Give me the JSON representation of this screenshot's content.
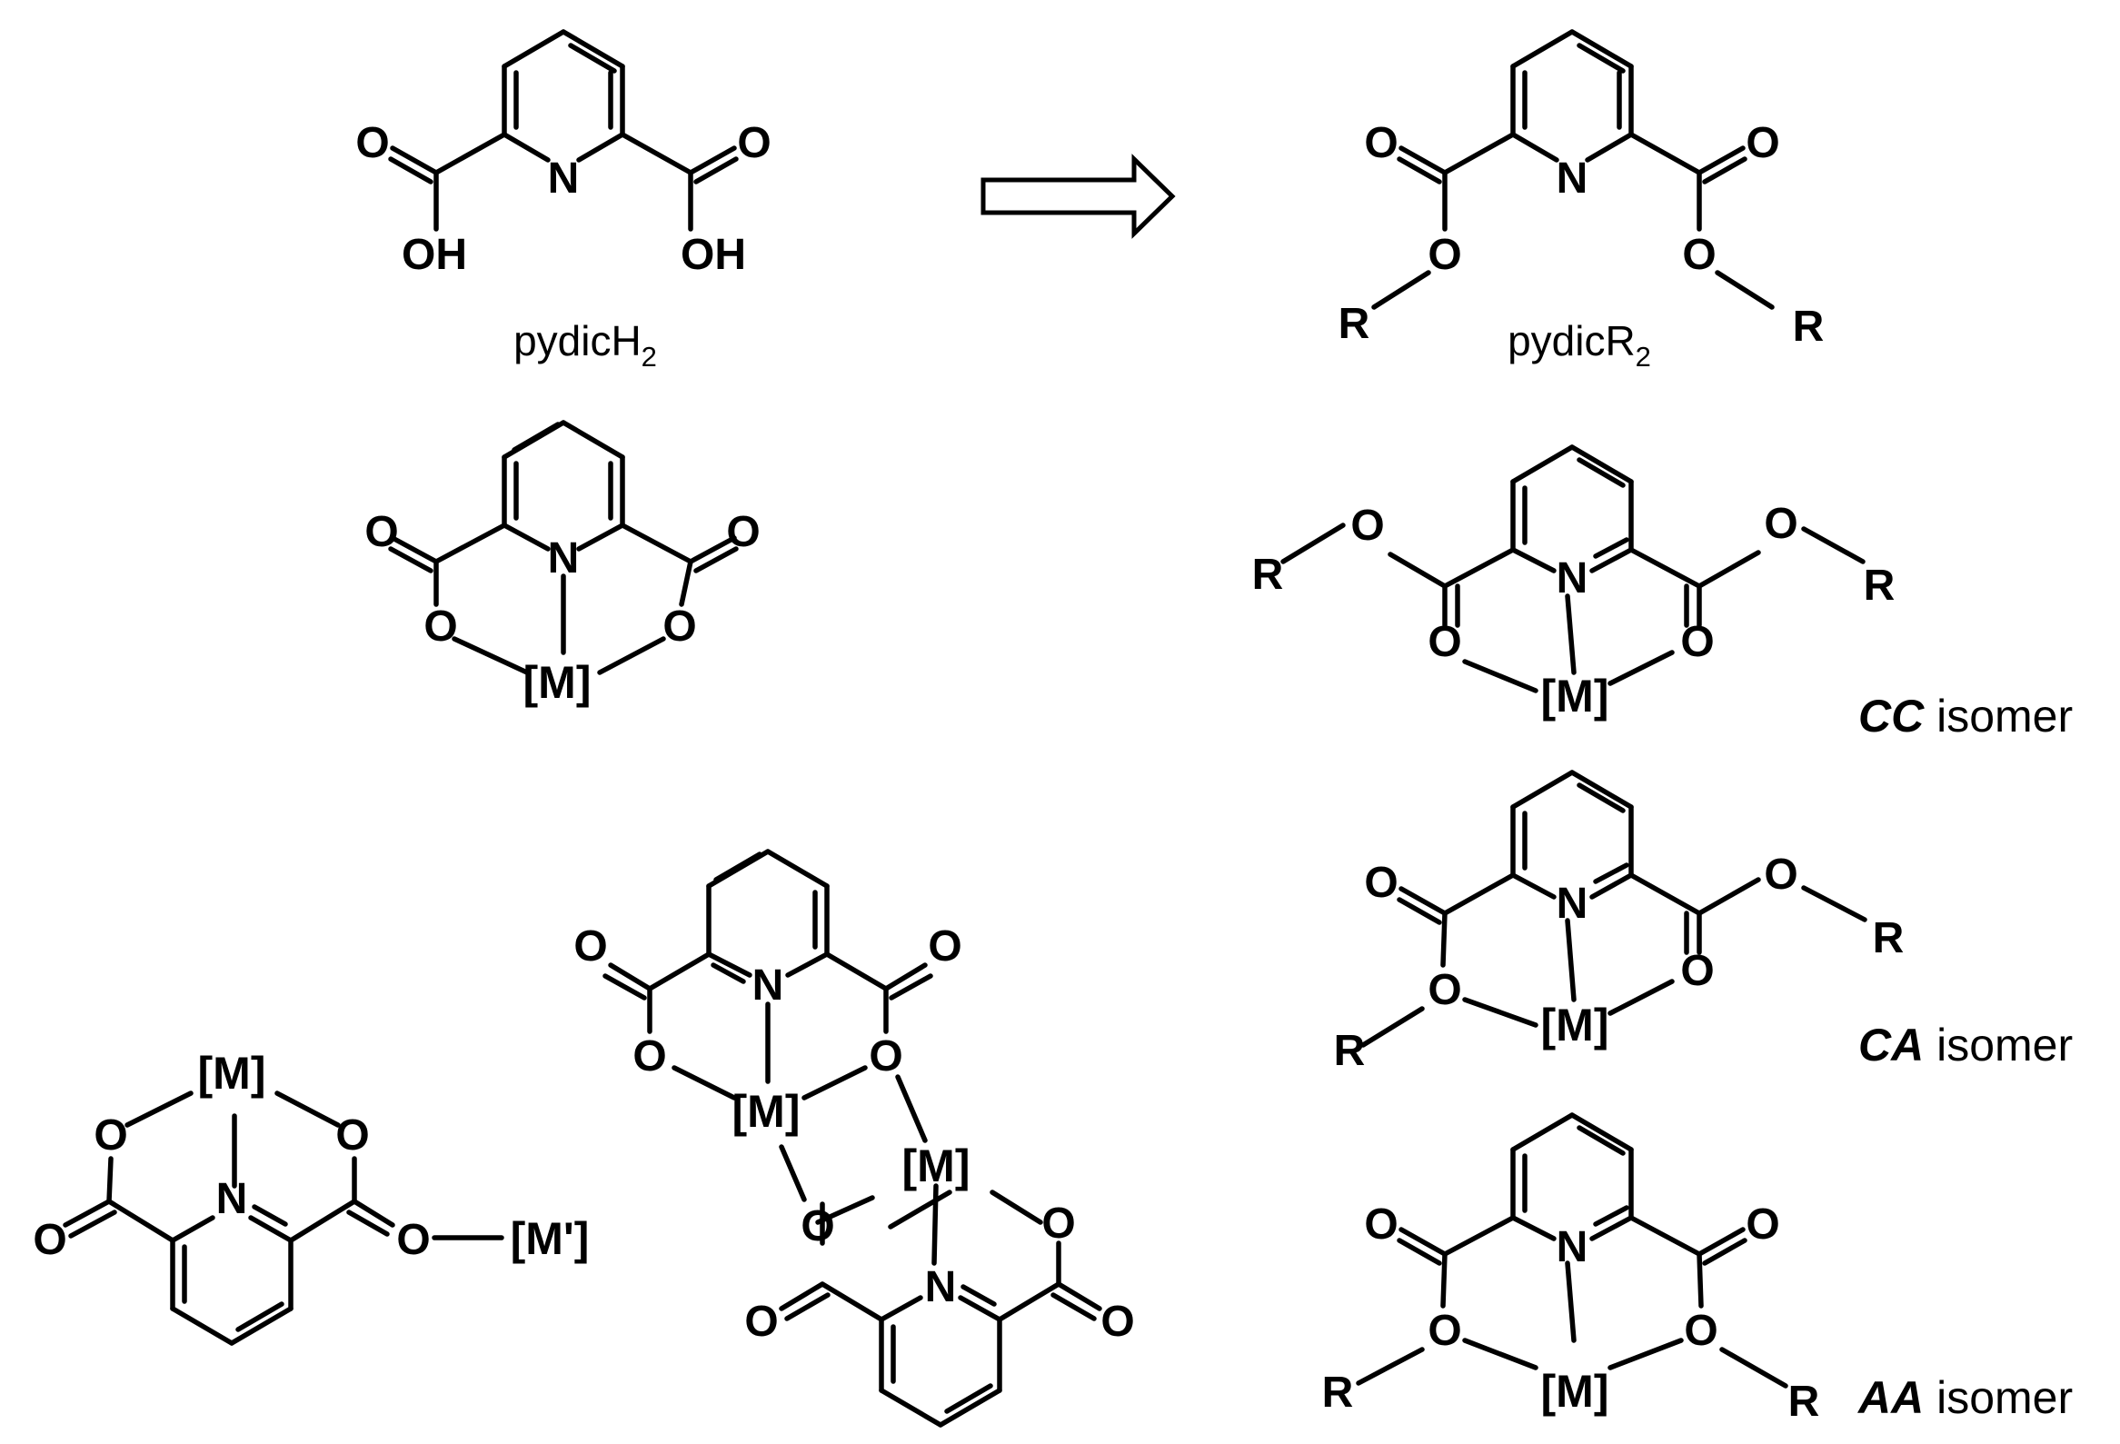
{
  "labels": {
    "oxygen": "O",
    "nitrogen": "N",
    "hydroxyl": "OH",
    "substituent": "R",
    "metal": "[M]",
    "metal_prime": "[M']"
  },
  "captions": {
    "acid_base": "pydicH",
    "acid_sub": "2",
    "ester_base": "pydicR",
    "ester_sub": "2"
  },
  "isomers": {
    "cc_prefix": "CC",
    "ca_prefix": "CA",
    "aa_prefix": "AA",
    "suffix": " isomer"
  }
}
